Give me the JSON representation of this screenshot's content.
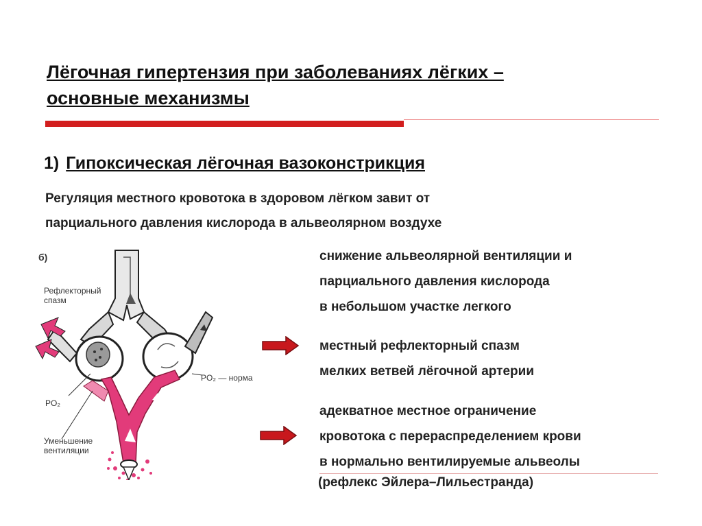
{
  "title": {
    "line1": "Лёгочная гипертензия при заболеваниях лёгких –",
    "line2": "основные механизмы"
  },
  "subtitle": {
    "number": "1)",
    "text": "Гипоксическая лёгочная вазоконстрикция"
  },
  "intro": {
    "line1": "Регуляция местного кровотока в здоровом лёгком завит от",
    "line2": "парциального давления кислорода в альвеолярном воздухе"
  },
  "blocks": [
    {
      "lines": [
        "снижение альвеолярной вентиляции и",
        "парциального давления кислорода",
        "в небольшом участке легкого"
      ]
    },
    {
      "lines": [
        "местный рефлекторный спазм",
        "мелких ветвей лёгочной артерии"
      ]
    },
    {
      "lines": [
        "адекватное местное ограничение",
        "кровотока с перераспределением крови",
        "в нормально вентилируемые альвеолы"
      ]
    }
  ],
  "reflex": "(рефлекс Эйлера–Лильестранда)",
  "figure": {
    "label": "б)",
    "spasm_line1": "Рефлекторный",
    "spasm_line2": "спазм",
    "po2": "PO₂",
    "po2_normal": "PO₂ — норма",
    "vent_line1": "Уменьшение",
    "vent_line2": "вентиляции"
  },
  "colors": {
    "accent_red": "#d21e1e",
    "blood_pink": "#e23b7a",
    "arrow_red": "#c8181d"
  }
}
